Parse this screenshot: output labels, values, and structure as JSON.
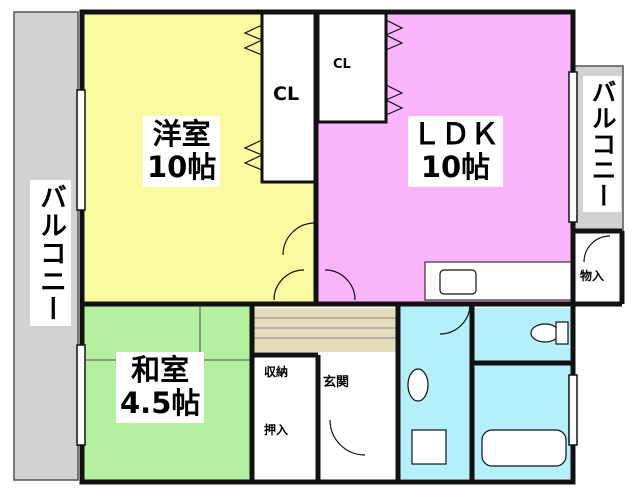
{
  "rooms": {
    "western": {
      "name": "洋室",
      "size": "10帖"
    },
    "ldk": {
      "name": "ＬＤＫ",
      "size": "10帖"
    },
    "japanese": {
      "name": "和室",
      "size": "4.5帖"
    }
  },
  "labels": {
    "cl_left": "CL",
    "cl_right": "CL",
    "balcony_left": "バルコニー",
    "balcony_right": "バルコニー",
    "storage_out": "物入",
    "storage": "収納",
    "oshiire": "押入",
    "entrance": "玄関"
  },
  "colors": {
    "western": "#fafaa0",
    "ldk": "#fab4fa",
    "japanese": "#b4f0a0",
    "wet": "#b4f0fa",
    "balcony": "#d2d2d2",
    "corridor": "#e6dcbe"
  }
}
